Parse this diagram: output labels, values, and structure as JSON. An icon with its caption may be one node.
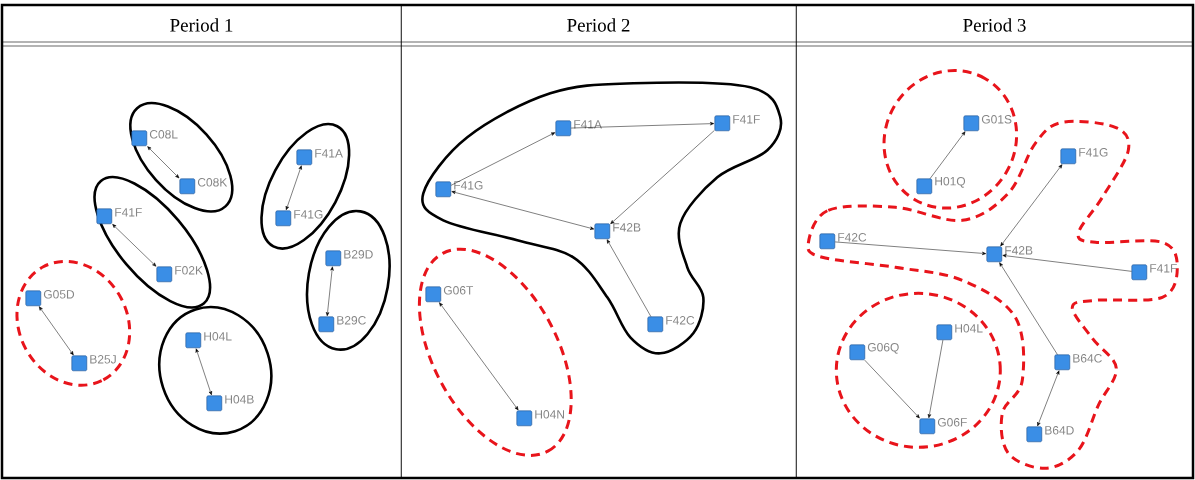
{
  "diagram": {
    "nodes": [
      {
        "text": [
          "Period 1"
        ]
      },
      {
        "text": [],
        "shape": "ellipse",
        "in": 0
      },
      {
        "text": [
          "C08L"
        ],
        "in": 1
      },
      {
        "text": [
          "C08K"
        ],
        "in": 1
      },
      {
        "text": [],
        "shape": "ellipse",
        "in": 0
      },
      {
        "text": [
          "F41F"
        ],
        "in": 4
      },
      {
        "text": [
          "F02K"
        ],
        "in": 4
      },
      {
        "text": [],
        "shape": "ellipse",
        "in": 0
      },
      {
        "text": [
          "G05D"
        ],
        "in": 7
      },
      {
        "text": [
          "B25J"
        ],
        "in": 7
      },
      {
        "text": [],
        "shape": "ellipse",
        "in": 0
      },
      {
        "text": [
          "H04L"
        ],
        "in": 10
      },
      {
        "text": [
          "H04B"
        ],
        "in": 10
      },
      {
        "text": [],
        "shape": "ellipse",
        "in": 0
      },
      {
        "text": [
          "F41A"
        ],
        "in": 13
      },
      {
        "text": [
          "F41G"
        ],
        "in": 13
      },
      {
        "text": [],
        "shape": "ellipse",
        "in": 0
      },
      {
        "text": [
          "B29D"
        ],
        "in": 16
      },
      {
        "text": [
          "B29C"
        ],
        "in": 16
      },
      {
        "text": [
          "Period 2"
        ]
      },
      {
        "text": [],
        "shape": "blob",
        "in": 19
      },
      {
        "text": [
          "F41A"
        ],
        "in": 20
      },
      {
        "text": [
          "F41F"
        ],
        "in": 20
      },
      {
        "text": [
          "F41G"
        ],
        "in": 20
      },
      {
        "text": [
          "F42B"
        ],
        "in": 20
      },
      {
        "text": [
          "F42C"
        ],
        "in": 20
      },
      {
        "text": [],
        "shape": "ellipse",
        "in": 19
      },
      {
        "text": [
          "G06T"
        ],
        "in": 26
      },
      {
        "text": [
          "H04N"
        ],
        "in": 26
      },
      {
        "text": [
          "Period 3"
        ]
      },
      {
        "text": [],
        "shape": "ellipse",
        "in": 29
      },
      {
        "text": [
          "G01S"
        ],
        "in": 30
      },
      {
        "text": [
          "H01Q"
        ],
        "in": 30
      },
      {
        "text": [],
        "shape": "blob",
        "in": 29
      },
      {
        "text": [
          "F41G"
        ],
        "in": 33
      },
      {
        "text": [
          "F42C"
        ],
        "in": 33
      },
      {
        "text": [
          "F42B"
        ],
        "in": 33
      },
      {
        "text": [
          "F41F"
        ],
        "in": 33
      },
      {
        "text": [
          "B64C"
        ],
        "in": 33
      },
      {
        "text": [
          "B64D"
        ],
        "in": 33
      },
      {
        "text": [],
        "shape": "ellipse",
        "in": 29
      },
      {
        "text": [
          "H04L"
        ],
        "in": 40
      },
      {
        "text": [
          "G06Q"
        ],
        "in": 40
      },
      {
        "text": [
          "G06F"
        ],
        "in": 40
      }
    ],
    "edges": [
      {
        "from": 2,
        "to": 3,
        "arrow": "both"
      },
      {
        "from": 5,
        "to": 6,
        "arrow": "both"
      },
      {
        "from": 8,
        "to": 9,
        "arrow": "both"
      },
      {
        "from": 11,
        "to": 12,
        "arrow": "both"
      },
      {
        "from": 14,
        "to": 15,
        "arrow": "both"
      },
      {
        "from": 17,
        "to": 18,
        "arrow": "both"
      },
      {
        "from": 23,
        "to": 21,
        "arrow": "to"
      },
      {
        "from": 21,
        "to": 22,
        "arrow": "to"
      },
      {
        "from": 22,
        "to": 24,
        "arrow": "to"
      },
      {
        "from": 23,
        "to": 24,
        "arrow": "both"
      },
      {
        "from": 25,
        "to": 24,
        "arrow": "to"
      },
      {
        "from": 27,
        "to": 28,
        "arrow": "both"
      },
      {
        "from": 32,
        "to": 31,
        "arrow": "to"
      },
      {
        "from": 36,
        "to": 34,
        "arrow": "both"
      },
      {
        "from": 35,
        "to": 36,
        "arrow": "to"
      },
      {
        "from": 37,
        "to": 36,
        "arrow": "to"
      },
      {
        "from": 38,
        "to": 36,
        "arrow": "to"
      },
      {
        "from": 38,
        "to": 39,
        "arrow": "both"
      },
      {
        "from": 42,
        "to": 43,
        "arrow": "to"
      },
      {
        "from": 41,
        "to": 43,
        "arrow": "to"
      }
    ]
  }
}
